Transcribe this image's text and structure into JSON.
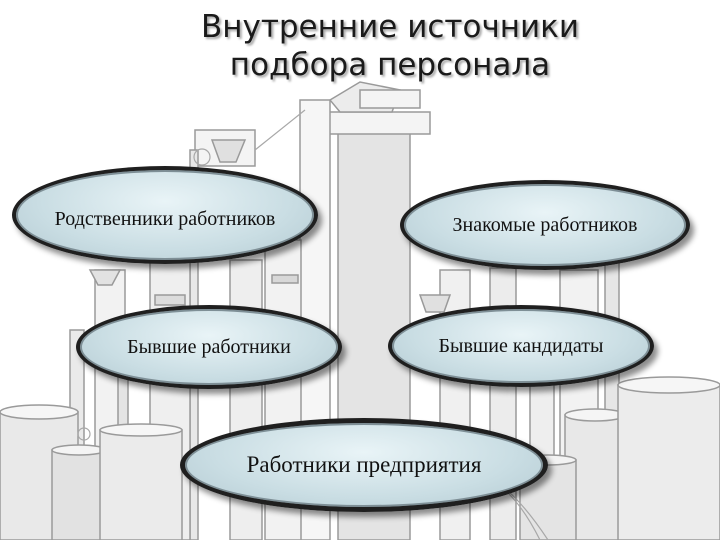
{
  "title": {
    "line1": "Внутренние источники",
    "line2": "подбора персонала"
  },
  "ovals": {
    "relatives": "Родственники работников",
    "acquaintances": "Знакомые работников",
    "former_employees": "Бывшие работники",
    "former_candidates": "Бывшие кандидаты",
    "employees": "Работники предприятия"
  },
  "colors": {
    "oval_fill": "#c9dde3",
    "oval_border": "#1f1f1f",
    "background_sketch": "#9a9a9a"
  }
}
